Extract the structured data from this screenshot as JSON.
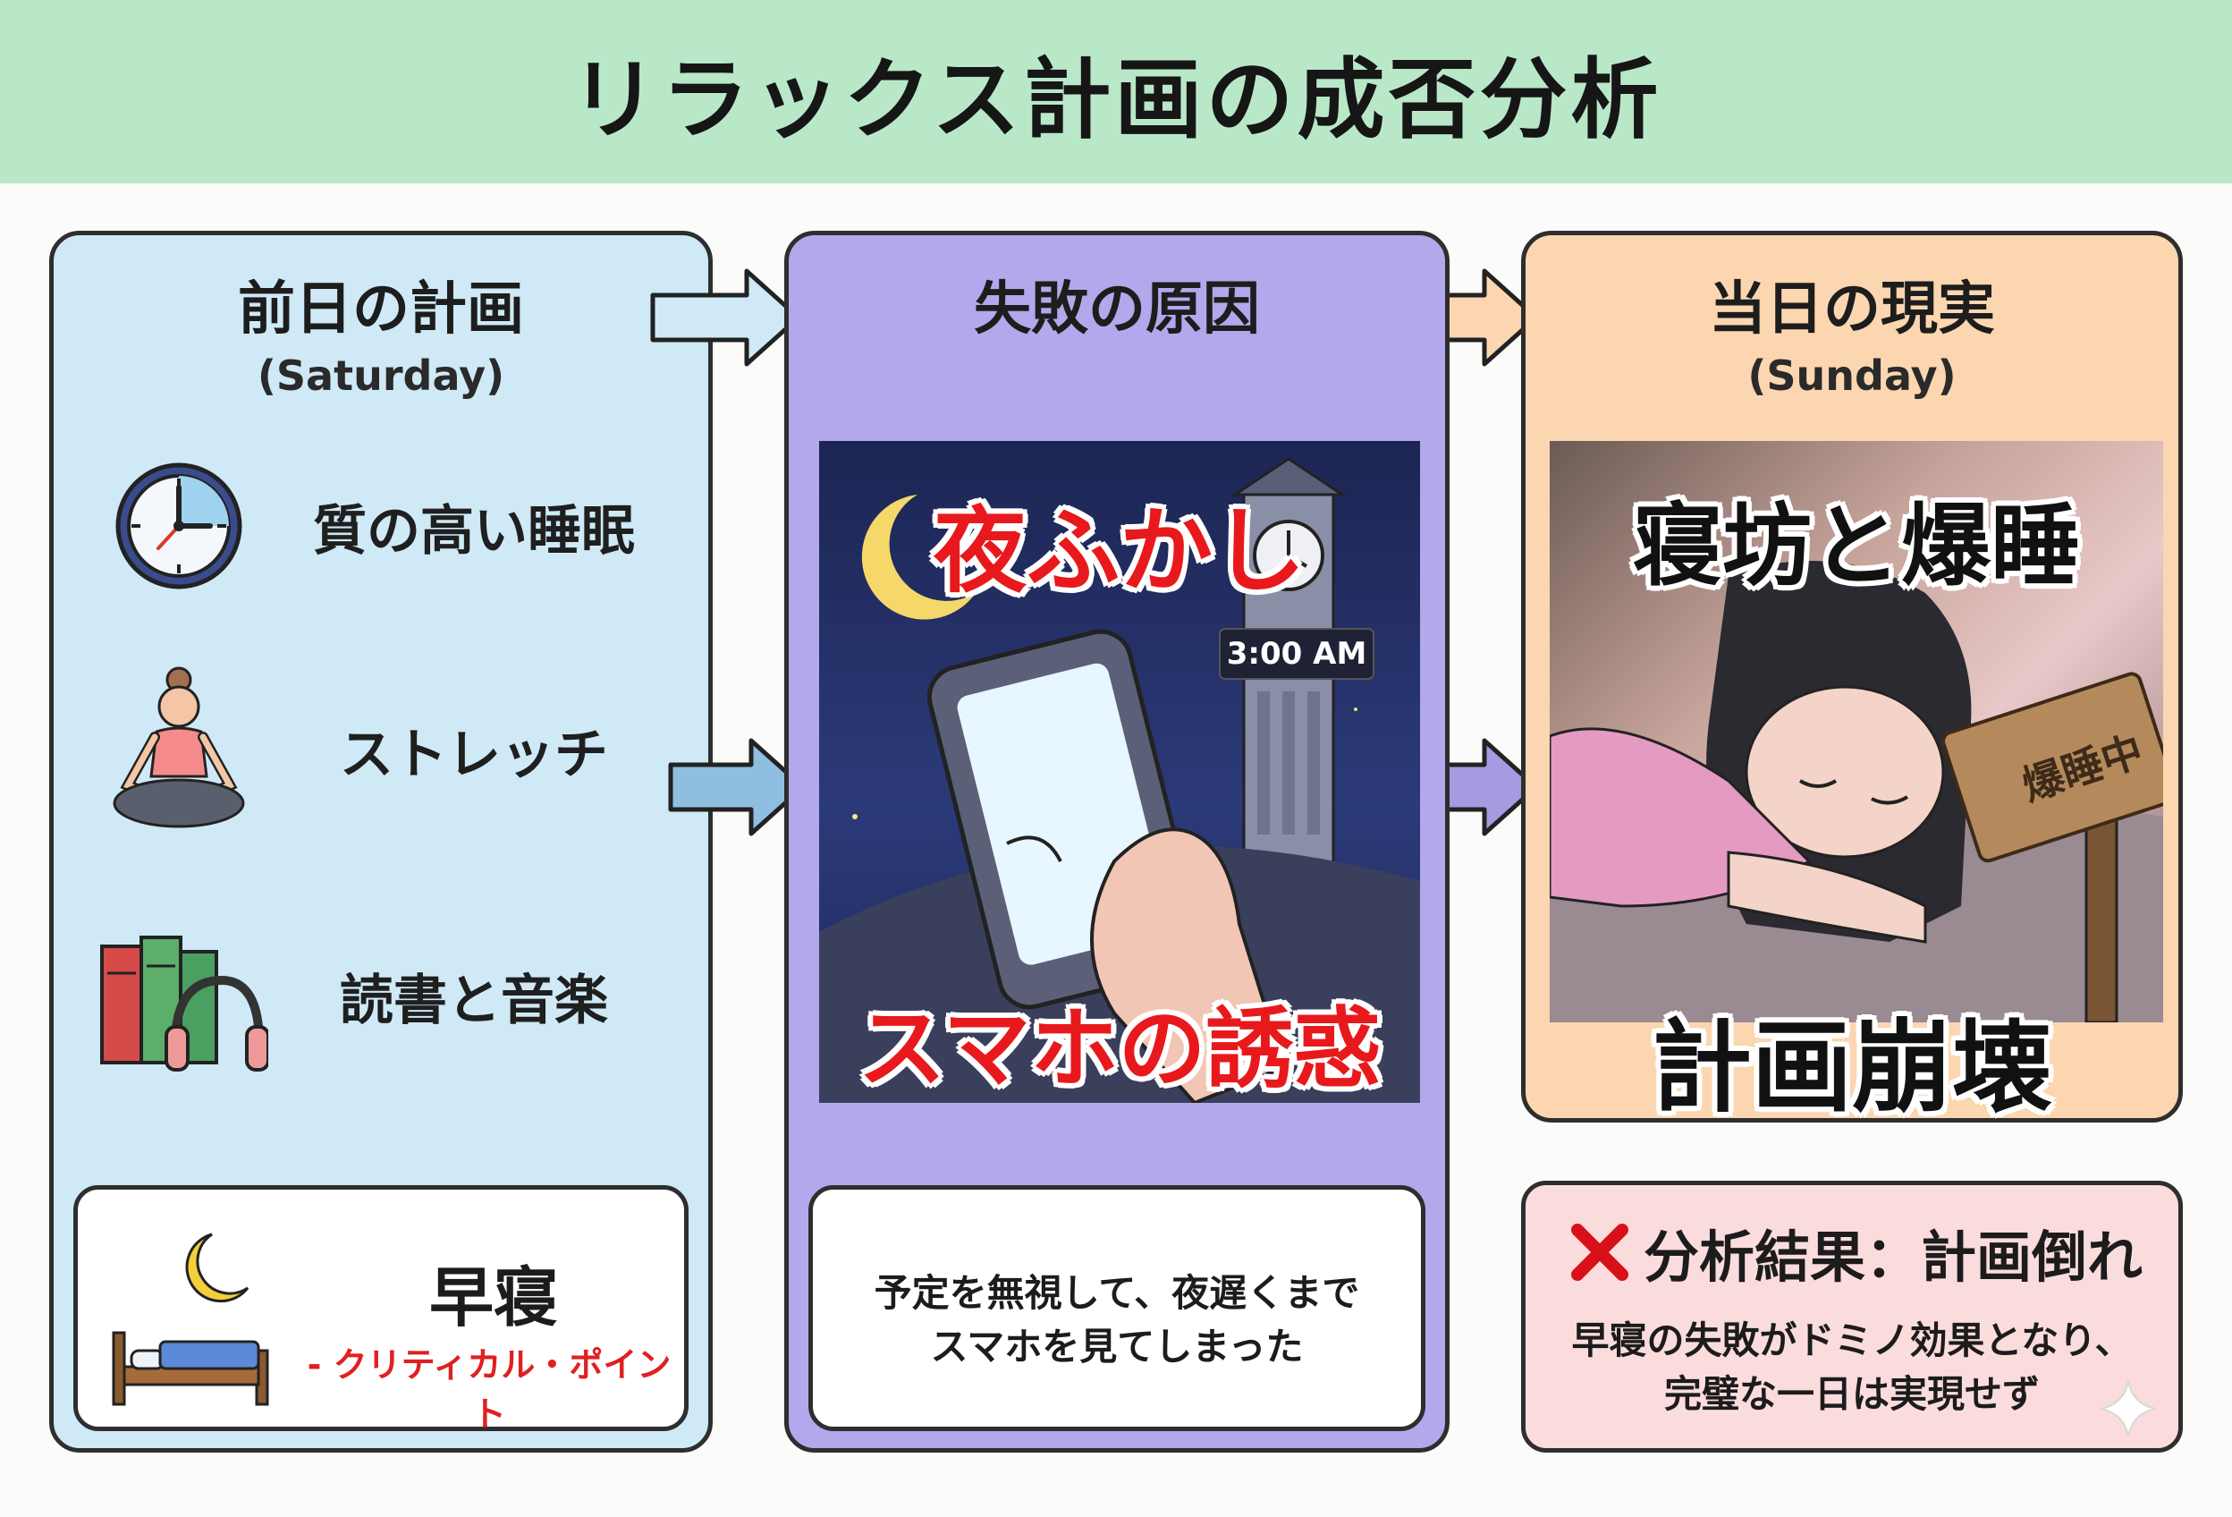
{
  "header": {
    "title": "リラックス計画の成否分析"
  },
  "plan": {
    "title": "前日の計画",
    "subtitle": "(Saturday)",
    "items": [
      {
        "label": "質の高い睡眠",
        "icon": "clock-icon"
      },
      {
        "label": "ストレッチ",
        "icon": "meditation-icon"
      },
      {
        "label": "読書と音楽",
        "icon": "books-headphones-icon"
      }
    ],
    "early_sleep": {
      "label": "早寝",
      "note": "- クリティカル・ポイント",
      "icon": "bed-moon-icon"
    }
  },
  "cause": {
    "title": "失敗の原因",
    "scene_top": "夜ふかし",
    "scene_bottom": "スマホの誘惑",
    "clock_text": "3:00 AM",
    "summary_line1": "予定を無視して、夜遅くまで",
    "summary_line2": "スマホを見てしまった"
  },
  "reality": {
    "title": "当日の現実",
    "subtitle": "(Sunday)",
    "scene_top": "寝坊と爆睡",
    "scene_bottom": "計画崩壊",
    "sign_text": "爆睡中"
  },
  "result": {
    "icon": "cross-icon",
    "heading": "分析結果：計画倒れ",
    "line1": "早寝の失敗がドミノ効果となり、",
    "line2": "完璧な一日は実現せず"
  },
  "colors": {
    "header_bg": "#b9e8c8",
    "plan_bg": "#cfe9f6",
    "cause_bg": "#b3a8ec",
    "reality_bg": "#fbd6b0",
    "result_bg": "#fbdcdd",
    "accent_red": "#e8191c"
  }
}
